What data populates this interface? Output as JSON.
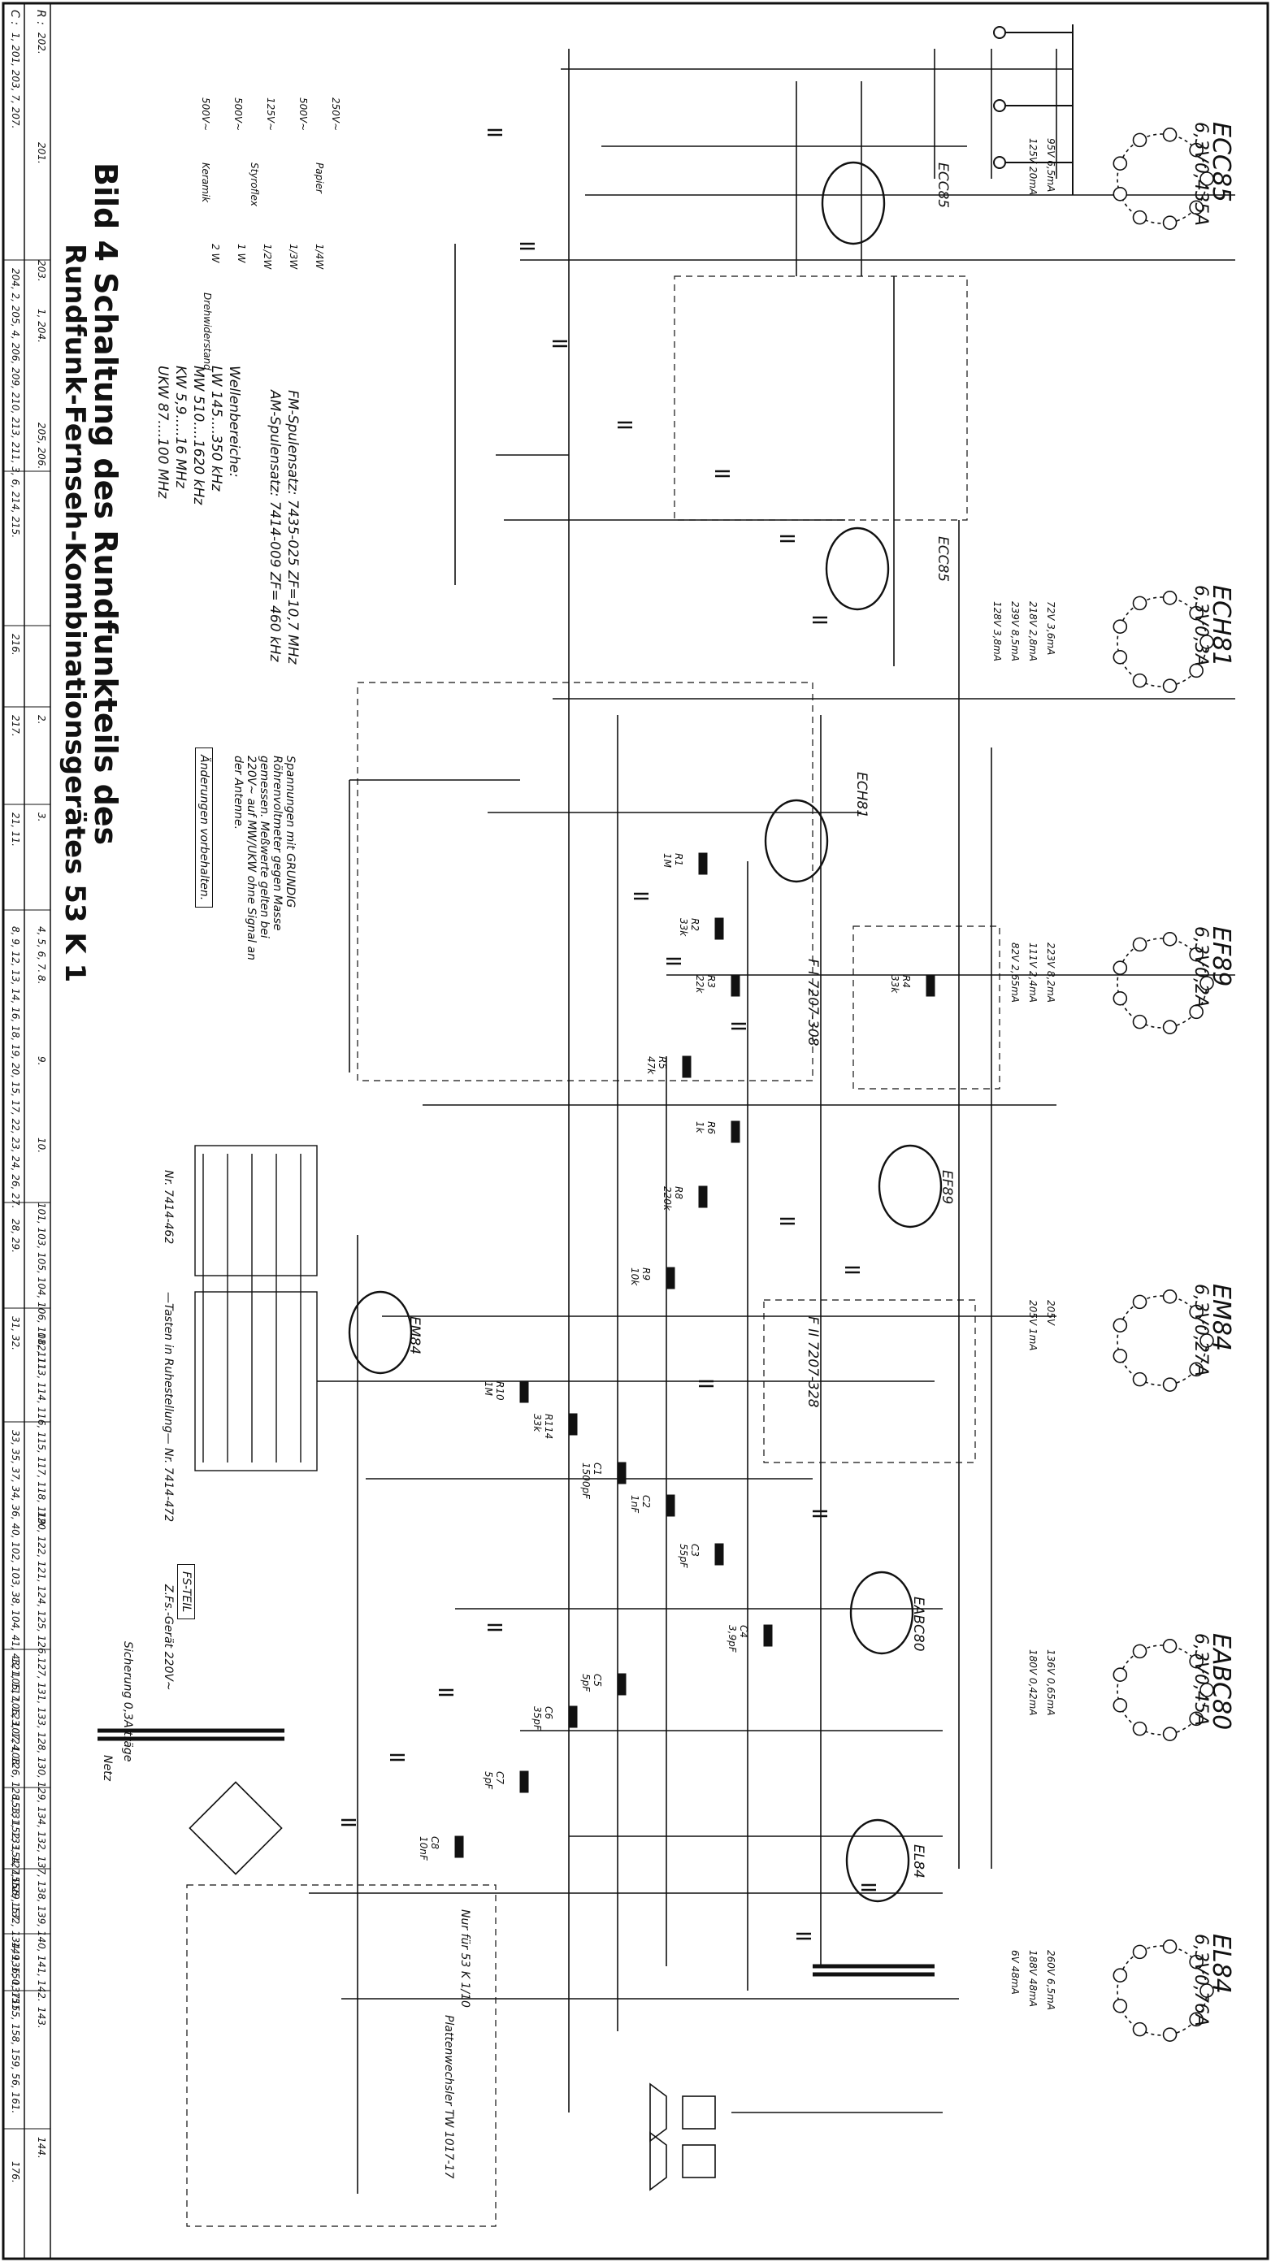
{
  "title": {
    "line1": "Bild  4   Schaltung des Rundfunkteils des",
    "line2": "Rundfunk-Fernseh-Kombinationsgerätes  53 K 1"
  },
  "side_rows": {
    "c_label": "C :",
    "r_label": "R :",
    "c_values": [
      "1, 201, 203, 7, 207.",
      "204, 2, 205, 4, 206, 209, 210, 213, 211, 3, 6, 214, 215.",
      "216.",
      "217.",
      "21, 11.",
      "8, 9, 12, 13, 14, 16, 18, 19, 20, 15, 17, 22, 23, 24, 26, 27.",
      "28, 29.",
      "31, 32.",
      "33, 35, 37, 34, 36, 40, 102, 103, 38, 104, 41, 43, 105, 106, 107, 108.",
      "121, 117, 123, 124, 126, 128, 131, 133, 127, 129, 132, 134, 136, 137.",
      "153, 152, 154, 155.",
      "156, 157.",
      "149, 150, 151.",
      "155, 158, 159, 56, 161.",
      "176."
    ],
    "r_values": [
      "202.",
      "201.",
      "203.",
      "1, 204.",
      "205, 206.",
      "2.",
      "3.",
      "4, 5, 6, 7.",
      "8.",
      "9.",
      "10.",
      "101, 103, 105, 104, 106, 108, 111.",
      "112, 113, 114, 116, 115, 117, 118, 119.",
      "120, 122, 121, 124, 125, 126.",
      "127, 131, 133, 128, 130, 129, 134, 132, 137, 138, 139, 140, 141, 142.",
      "143.",
      "144."
    ]
  },
  "legend": {
    "cap_types": [
      {
        "voltage": "250V~",
        "kind": "Papier"
      },
      {
        "voltage": "500V~",
        "kind": "Papier"
      },
      {
        "voltage": "125V~",
        "kind": "Styroflex"
      },
      {
        "voltage": "500V~",
        "kind": "Styroflex"
      },
      {
        "voltage": "500V~",
        "kind": "Keramik"
      }
    ],
    "res_types": [
      "1/4W",
      "1/3W",
      "1/2W",
      "1 W",
      "2 W"
    ],
    "res_extra": "Drehwiderstand"
  },
  "bands": {
    "heading": "Wellenbereiche:",
    "lw": "LW  145....350 kHz",
    "mw": "MW  510....1620 kHz",
    "kw": "KW  5,9.....16 MHz",
    "ukw": "UKW  87....100 MHz"
  },
  "coilsets": {
    "fm": "FM-Spulensatz: 7435-025   ZF=10,7 MHz",
    "am": "AM-Spulensatz: 7414-009   ZF= 460 kHz"
  },
  "notes": {
    "measure": "Spannungen mit GRUNDIG Röhrenvoltmeter gegen Masse gemessen. Meßwerte gelten bei 220V~ auf MW/UKW ohne Signal an der Antenne.",
    "changes": "Änderungen vorbehalten.",
    "key_sequence": "—Tasten in Ruhestellung— Nr. 7414-472",
    "key_switch": "Nr. 7414-462",
    "net_label": "Netz",
    "fuse": "Sicherung 0,3A träge",
    "fs_label": "Z.Fs.-Gerät 220V~",
    "fs_code": "FS-TEIL",
    "plug1": "Nur für 53 K 1/10",
    "plug2": "Plattenwechsler TW 1017-17"
  },
  "tubes": [
    {
      "name": "ECC85",
      "spec": "6,3V0,435A",
      "volts": [
        "95V 6,5mA",
        "125V 20mA"
      ]
    },
    {
      "name": "ECH81",
      "spec": "6,3V0,3A",
      "volts": [
        "72V 3,6mA",
        "218V 2,8mA",
        "239V 8,5mA",
        "128V 3,8mA"
      ]
    },
    {
      "name": "EF89",
      "spec": "6,3V0,2A",
      "volts": [
        "223V 8,2mA",
        "111V 2,4mA",
        "82V 2,65mA"
      ]
    },
    {
      "name": "EM84",
      "spec": "6,3V0,27A",
      "volts": [
        "205V",
        "205V 1mA"
      ]
    },
    {
      "name": "EABC80",
      "spec": "6,3V0,45A",
      "volts": [
        "136V 0,65mA",
        "180V 0,42mA"
      ]
    },
    {
      "name": "EL84",
      "spec": "6,3V0,76A",
      "volts": [
        "260V 6,5mA",
        "188V 48mA",
        "6V 48mA"
      ]
    }
  ],
  "filters": [
    {
      "label": "F I 7207-308"
    },
    {
      "label": "F II 7207-328"
    }
  ],
  "components": [
    {
      "id": "R1",
      "value": "1M"
    },
    {
      "id": "R2",
      "value": "33k"
    },
    {
      "id": "R3",
      "value": "22k"
    },
    {
      "id": "R4",
      "value": "33k"
    },
    {
      "id": "R5",
      "value": "47k"
    },
    {
      "id": "R6",
      "value": "1k"
    },
    {
      "id": "R8",
      "value": "220k"
    },
    {
      "id": "R9",
      "value": "10k"
    },
    {
      "id": "R10",
      "value": "1M"
    },
    {
      "id": "R114",
      "value": "33k"
    },
    {
      "id": "C1",
      "value": "1500pF"
    },
    {
      "id": "C2",
      "value": "1nF"
    },
    {
      "id": "C3",
      "value": "55pF"
    },
    {
      "id": "C4",
      "value": "3,9pF"
    },
    {
      "id": "C5",
      "value": "5pF"
    },
    {
      "id": "C6",
      "value": "35pF"
    },
    {
      "id": "C7",
      "value": "5pF"
    },
    {
      "id": "C8",
      "value": "10nF"
    }
  ]
}
